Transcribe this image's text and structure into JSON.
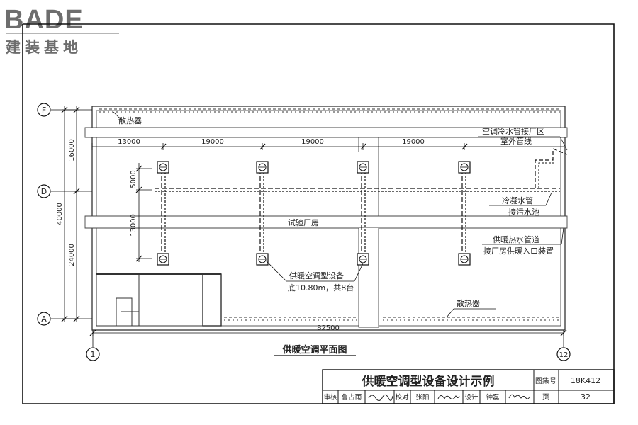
{
  "logo": {
    "brand": "BADE",
    "tagline": "建装基地"
  },
  "axes": {
    "F": "F",
    "D": "D",
    "A": "A",
    "c1": "1",
    "c12": "12"
  },
  "dims": {
    "left_16000": "16000",
    "left_24000": "24000",
    "left_40000": "40000",
    "inner_5000": "5000",
    "inner_13000": "13000",
    "top_13000": "13000",
    "top_19000_a": "19000",
    "top_19000_b": "19000",
    "top_19000_c": "19000",
    "bottom_82500": "82500"
  },
  "labels": {
    "radiator_top": "散热器",
    "radiator_bottom": "散热器",
    "chilled_pipe_1": "空调冷水管接厂区",
    "chilled_pipe_2": "室外管线",
    "condensate_1": "冷凝水管",
    "condensate_2": "接污水池",
    "test_hall": "试验厂房",
    "heating_pipe_1": "供暖热水管道",
    "heating_pipe_2": "接厂房供暖入口装置",
    "equipment_1": "供暖空调型设备",
    "equipment_2": "底10.80m，共8台",
    "plan_title": "供暖空调平面图"
  },
  "title_block": {
    "title": "供暖空调型设备设计示例",
    "atlas_label": "图集号",
    "atlas_no": "18K412",
    "page_label": "页",
    "page_no": "32",
    "review_label": "审核",
    "review_name": "鲁占雨",
    "check_label": "校对",
    "check_name": "张阳",
    "design_label": "设计",
    "design_name": "钟磊"
  }
}
